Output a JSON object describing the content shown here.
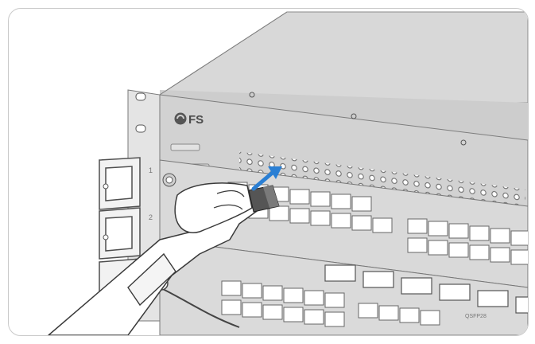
{
  "brand": {
    "logo_text": "FS"
  },
  "slots": {
    "slot1_number": "1",
    "slot2_number": "2"
  },
  "module_label": "QSFP28",
  "colors": {
    "chassis_top": "#dcdcdc",
    "chassis_front": "#cfcfcf",
    "port_fill": "#ffffff",
    "port_stroke": "#6d6d6d",
    "hand": "#ffffff",
    "arrow": "#2a7fd4"
  },
  "icons": [
    "fs-logo-icon",
    "insert-arrow-icon"
  ]
}
